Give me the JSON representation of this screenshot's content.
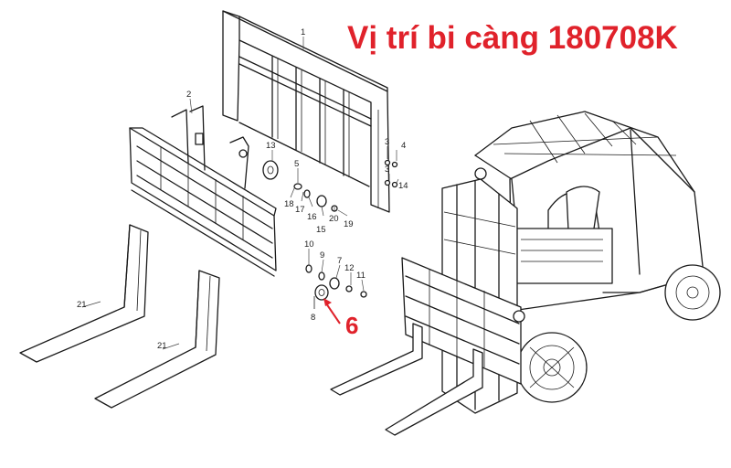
{
  "title": {
    "text": "Vị trí bi càng 180708K",
    "color": "#e0222b"
  },
  "callout": {
    "label": "6",
    "color": "#e0222b"
  },
  "part_numbers": [
    "1",
    "2",
    "3",
    "4",
    "3",
    "14",
    "13",
    "5",
    "18",
    "17",
    "16",
    "15",
    "20",
    "19",
    "10",
    "9",
    "7",
    "12",
    "11",
    "8",
    "21",
    "21"
  ]
}
